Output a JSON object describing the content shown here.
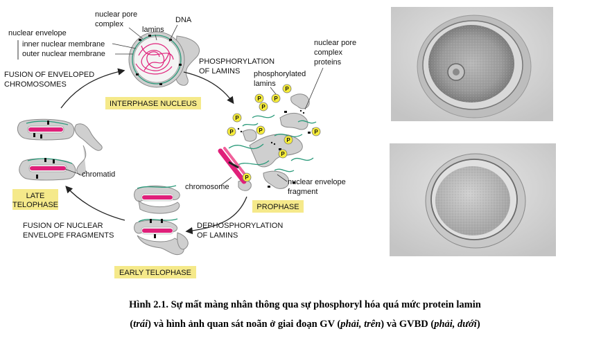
{
  "labels": {
    "nuclear_pore_complex_1": "nuclear pore",
    "nuclear_pore_complex_2": "complex",
    "dna": "DNA",
    "lamins": "lamins",
    "nuclear_envelope": "nuclear envelope",
    "inner_membrane": "inner nuclear membrane",
    "outer_membrane": "outer nuclear membrane",
    "phosphorylation_1": "PHOSPHORYLATION",
    "phosphorylation_2": "OF LAMINS",
    "fusion_chrom_1": "FUSION OF ENVELOPED",
    "fusion_chrom_2": "CHROMOSOMES",
    "pore_proteins_1": "nuclear pore",
    "pore_proteins_2": "complex",
    "pore_proteins_3": "proteins",
    "phos_lamins_1": "phosphorylated",
    "phos_lamins_2": "lamins",
    "chromatid": "chromatid",
    "chromosome": "chromosome",
    "env_fragment_1": "nuclear envelope",
    "env_fragment_2": "fragment",
    "fusion_frag_1": "FUSION OF NUCLEAR",
    "fusion_frag_2": "ENVELOPE FRAGMENTS",
    "dephos_1": "DEPHOSPHORYLATION",
    "dephos_2": "OF LAMINS",
    "p_letter": "P"
  },
  "stages": {
    "interphase": "INTERPHASE NUCLEUS",
    "prophase": "PROPHASE",
    "late_telophase_1": "LATE",
    "late_telophase_2": "TELOPHASE",
    "early_telophase": "EARLY TELOPHASE"
  },
  "caption": {
    "line1": "Hình 2.1. Sự mất màng nhân thông qua sự phosphoryl  hóa quá mức protein lamin",
    "line2_a": "(",
    "line2_b": "trái",
    "line2_c": ") và hình ảnh quan sát noãn ở giai đoạn GV (",
    "line2_d": "phải, trên",
    "line2_e": ") và GVBD (",
    "line2_f": "phải, dưới",
    "line2_g": ")"
  }
}
